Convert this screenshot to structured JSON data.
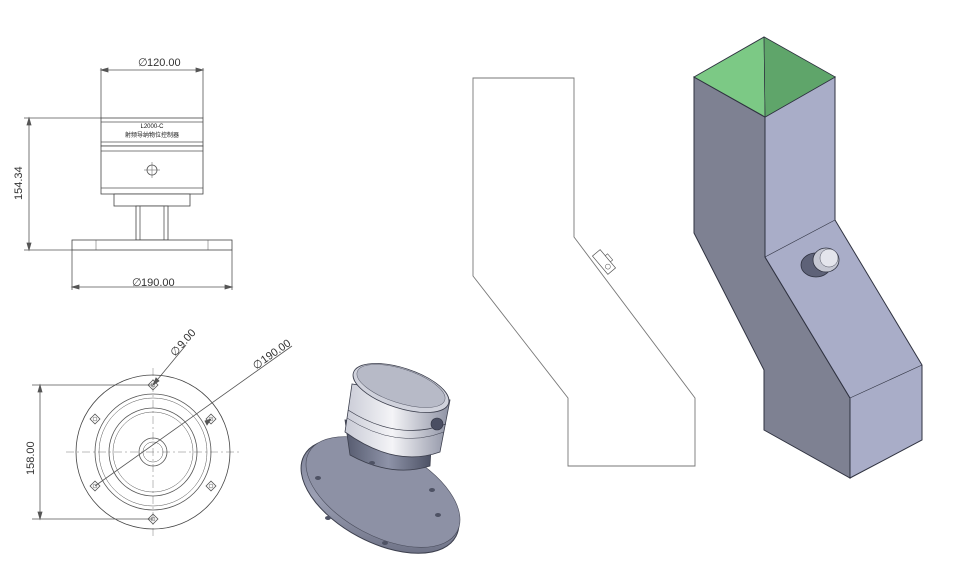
{
  "front_view": {
    "dim_top_diameter": "120.00",
    "dim_height": "154.34",
    "dim_base_diameter": "190.00",
    "label_model": "L2000-C",
    "label_name": "射频导纳物位控制器"
  },
  "plan_view": {
    "dim_hole_diameter": "9.00",
    "dim_bolt_circle_diameter": "190.00",
    "dim_height": "158.00"
  },
  "symbols": {
    "diameter": "∅"
  },
  "colors": {
    "line": "#555555",
    "hopper_front": "#7e8192",
    "hopper_side": "#a9adc8",
    "hopper_top_inner": "#7cc985",
    "device_body": "#8d91a6"
  }
}
